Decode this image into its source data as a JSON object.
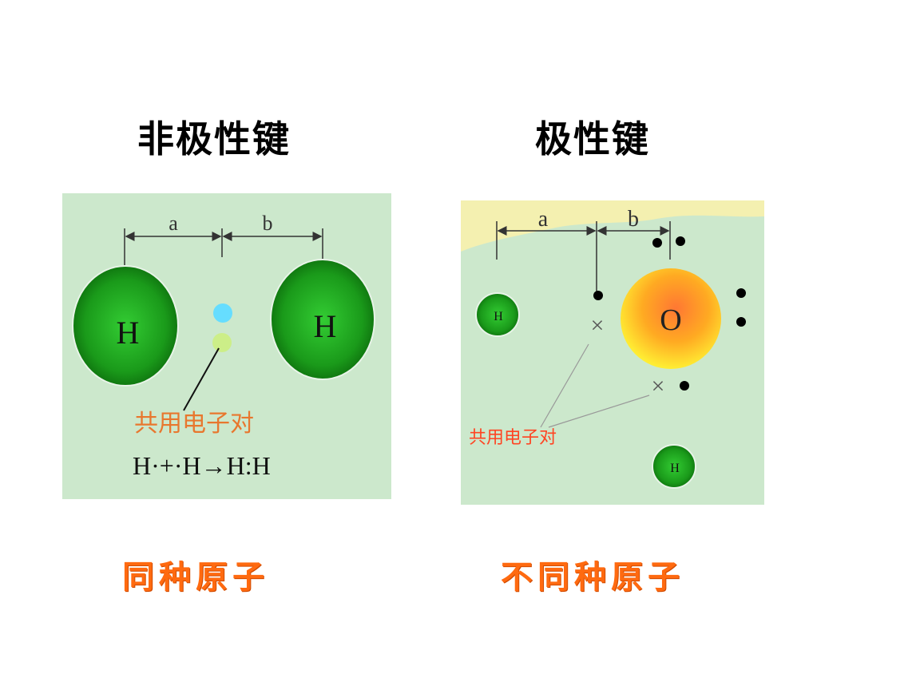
{
  "left": {
    "title": "非极性键",
    "caption": "同种原子",
    "dim_a": "a",
    "dim_b": "b",
    "atom1": "H",
    "atom2": "H",
    "shared_pair_label": "共用电子对",
    "equation": "H·+·H→H:H",
    "colors": {
      "background": "#cce8cc",
      "atom": "#1a9a1a",
      "label": "#e8772e"
    }
  },
  "right": {
    "title": "极性键",
    "caption": "不同种原子",
    "dim_a": "a",
    "dim_b": "b",
    "oxygen": "O",
    "hydrogen_top": "H",
    "hydrogen_bottom": "H",
    "shared_pair_label": "共用电子对",
    "cross_mark": "×",
    "colors": {
      "background": "#cce8cc",
      "oxygen": "#ffaa22",
      "label": "#ff4422"
    }
  }
}
